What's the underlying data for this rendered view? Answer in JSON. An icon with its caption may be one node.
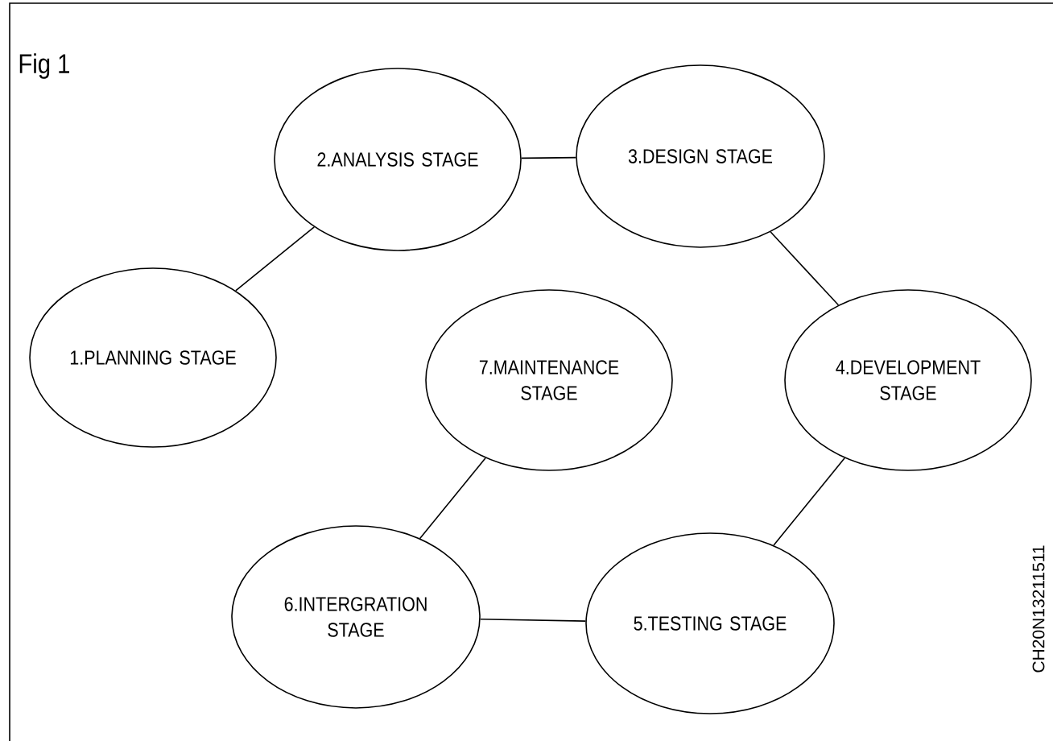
{
  "diagram": {
    "title": "Fig 1",
    "nodes": [
      {
        "text": [
          "1.PLANNING STAGE"
        ]
      },
      {
        "text": [
          "2.ANALYSIS STAGE"
        ]
      },
      {
        "text": [
          "3.DESIGN STAGE"
        ]
      },
      {
        "text": [
          "4.DEVELOPMENT STAGE"
        ]
      },
      {
        "text": [
          "5.TESTING STAGE"
        ]
      },
      {
        "text": [
          "6.INTERGRATION STAGE"
        ]
      },
      {
        "text": [
          "7.MAINTENANCE STAGE"
        ]
      }
    ],
    "edges": [
      {
        "from": 0,
        "to": 1,
        "arrow": "none"
      },
      {
        "from": 1,
        "to": 2,
        "arrow": "none"
      },
      {
        "from": 2,
        "to": 3,
        "arrow": "none"
      },
      {
        "from": 3,
        "to": 4,
        "arrow": "none"
      },
      {
        "from": 4,
        "to": 5,
        "arrow": "none"
      },
      {
        "from": 5,
        "to": 6,
        "arrow": "none"
      }
    ],
    "labels": [
      "CH20N13211511"
    ]
  }
}
